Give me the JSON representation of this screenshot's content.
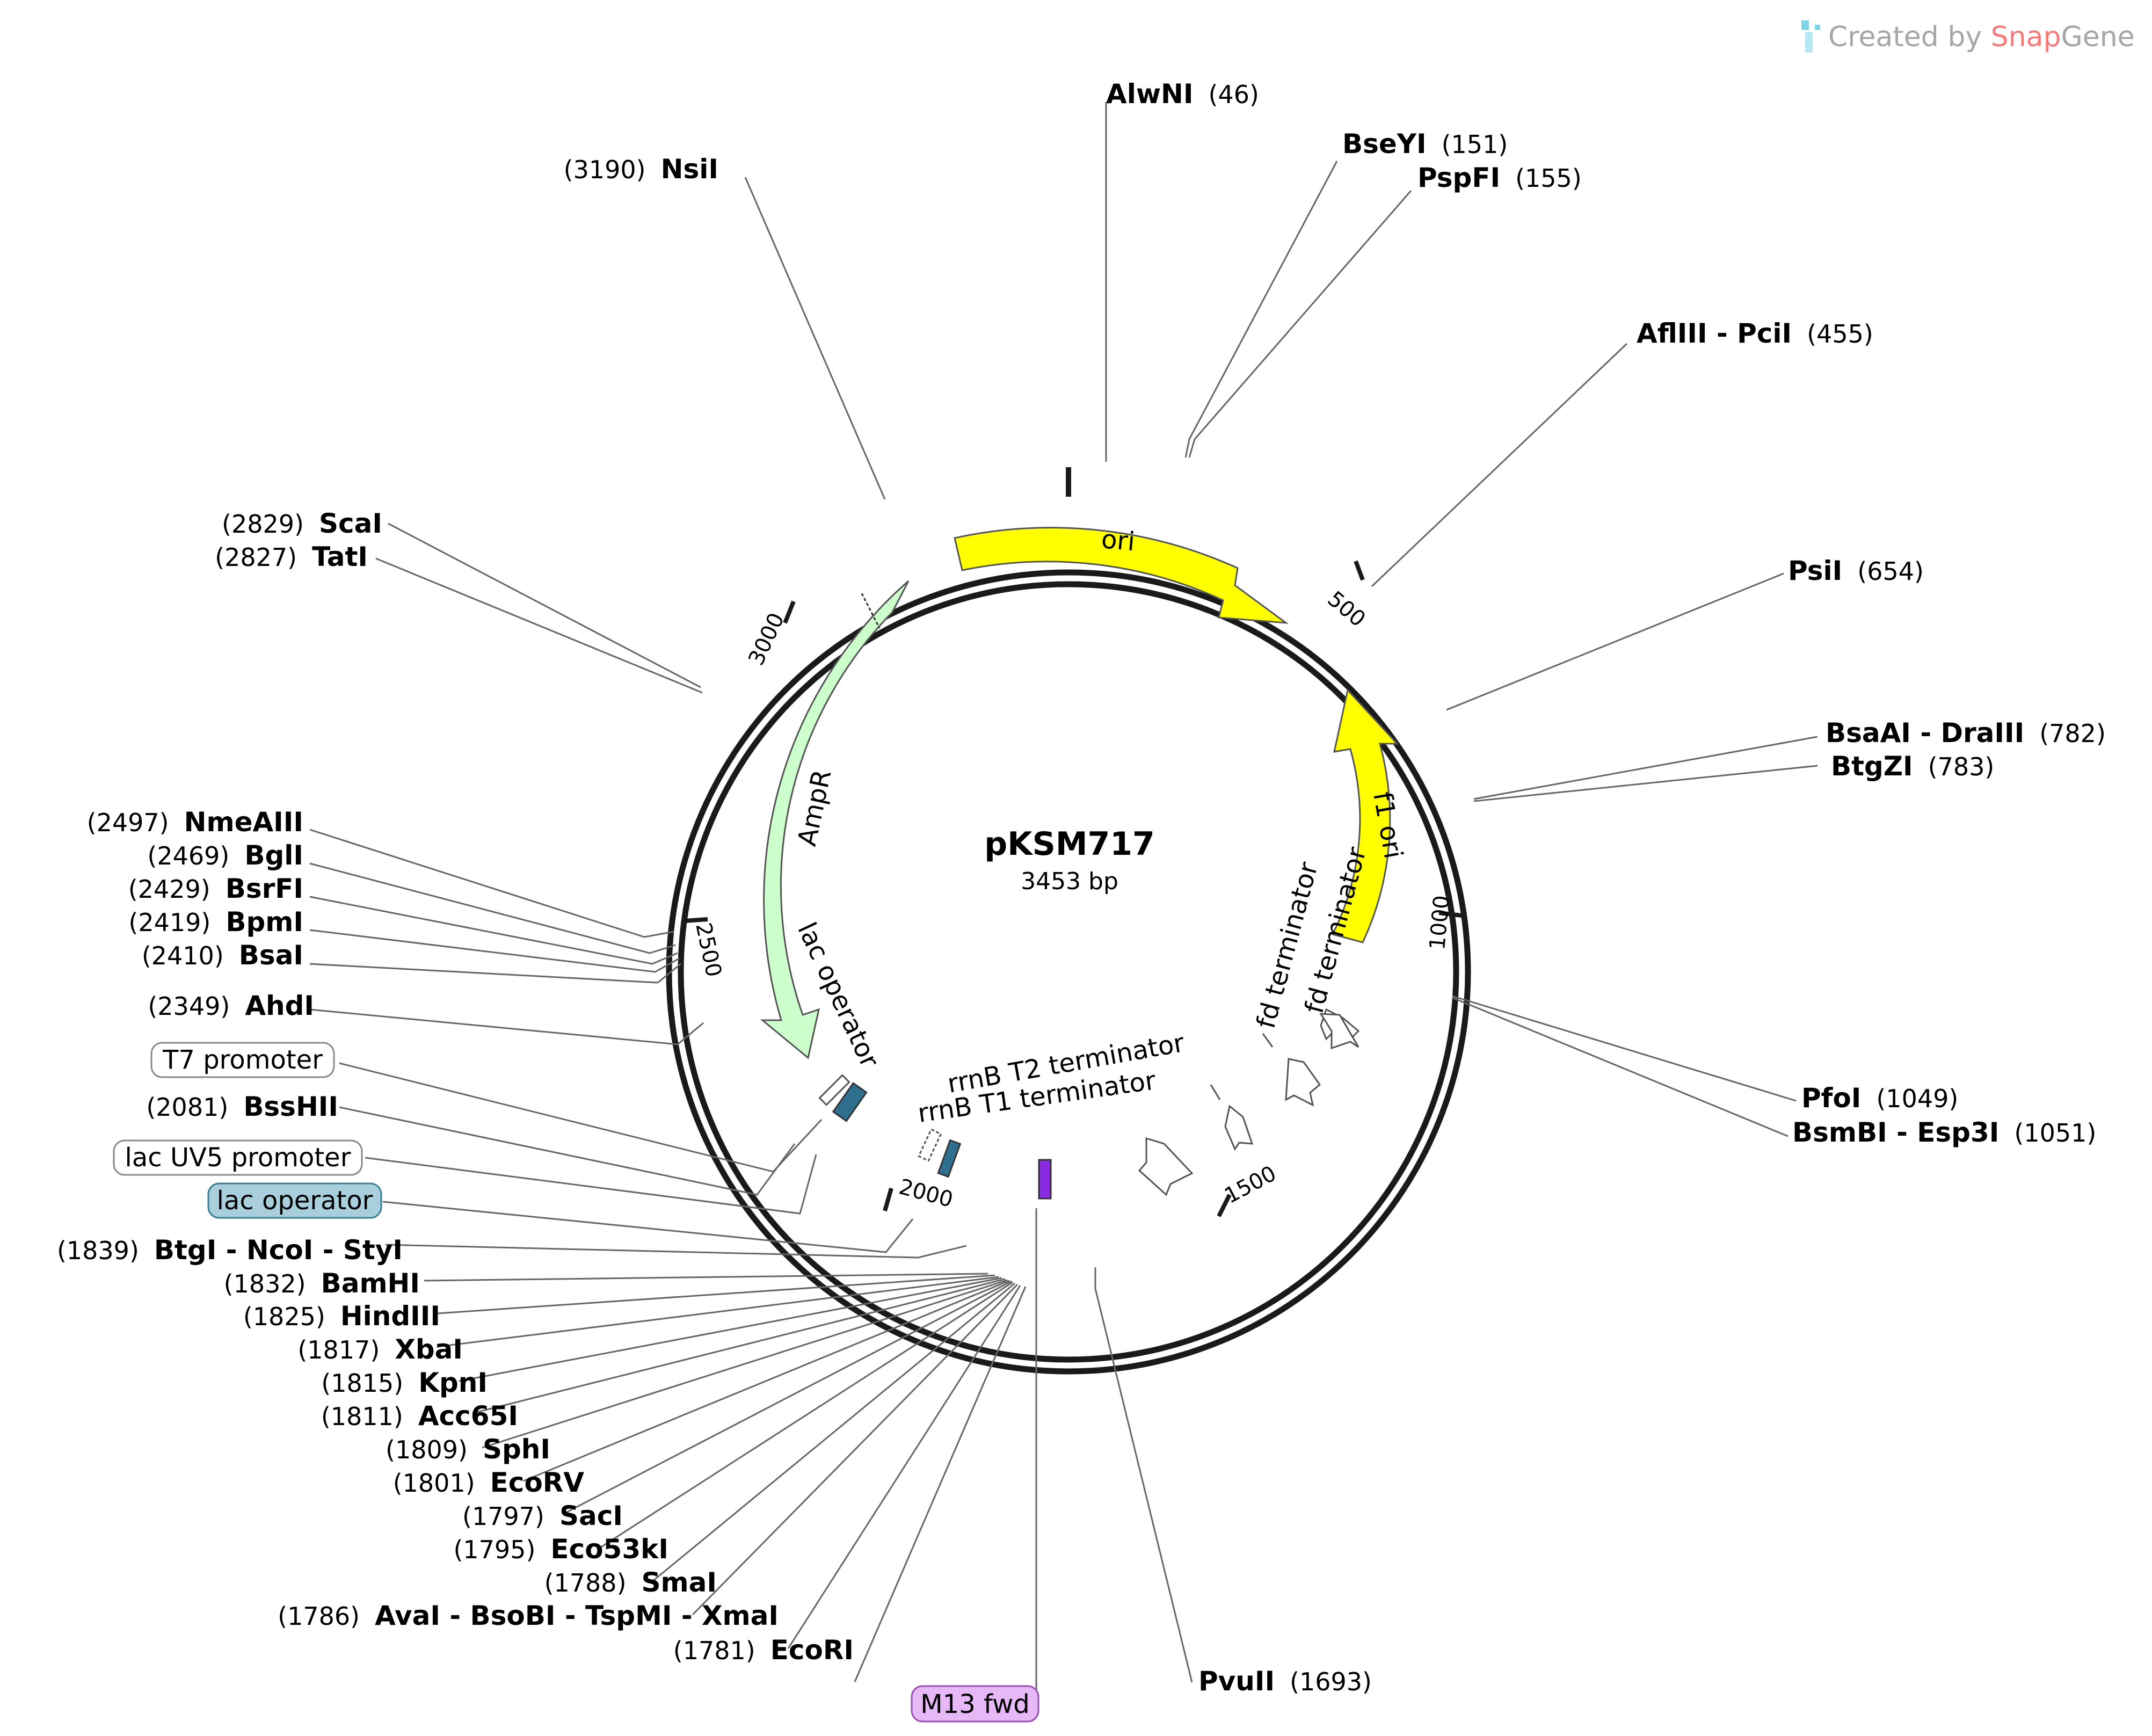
{
  "branding": {
    "prefix": "Created by ",
    "brand_snap": "Snap",
    "brand_gene": "Gene"
  },
  "plasmid": {
    "name": "pKSM717",
    "size_label": "3453 bp",
    "length": 3453
  },
  "ticks": [
    "500",
    "1000",
    "1500",
    "2000",
    "2500",
    "3000"
  ],
  "features": [
    {
      "name": "ori",
      "color": "#ffff00",
      "kind": "arc"
    },
    {
      "name": "f1 ori",
      "color": "#ffff00",
      "kind": "arc"
    },
    {
      "name": "AmpR",
      "color": "#ccffcc",
      "kind": "arc"
    },
    {
      "name": "fd terminator",
      "kind": "terminator"
    },
    {
      "name": "fd terminator",
      "kind": "terminator"
    },
    {
      "name": "lac operator",
      "color": "#2e6f8e",
      "kind": "box"
    },
    {
      "name": "rrnB T2 terminator",
      "kind": "terminator"
    },
    {
      "name": "rrnB T1 terminator",
      "kind": "terminator"
    }
  ],
  "sites_right": [
    {
      "name": "AlwNI",
      "pos": "(46)"
    },
    {
      "name": "BseYI",
      "pos": "(151)"
    },
    {
      "name": "PspFI",
      "pos": "(155)"
    },
    {
      "name": "AflIII - PciI",
      "pos": "(455)"
    },
    {
      "name": "PsiI",
      "pos": "(654)"
    },
    {
      "name": "BsaAI - DraIII",
      "pos": "(782)"
    },
    {
      "name": "BtgZI",
      "pos": "(783)"
    },
    {
      "name": "PfoI",
      "pos": "(1049)"
    },
    {
      "name": "BsmBI - Esp3I",
      "pos": "(1051)"
    },
    {
      "name": "PvuII",
      "pos": "(1693)"
    }
  ],
  "sites_left": [
    {
      "name": "NsiI",
      "pos": "(3190)"
    },
    {
      "name": "ScaI",
      "pos": "(2829)"
    },
    {
      "name": "TatI",
      "pos": "(2827)"
    },
    {
      "name": "NmeAIII",
      "pos": "(2497)"
    },
    {
      "name": "BglI",
      "pos": "(2469)"
    },
    {
      "name": "BsrFI",
      "pos": "(2429)"
    },
    {
      "name": "BpmI",
      "pos": "(2419)"
    },
    {
      "name": "BsaI",
      "pos": "(2410)"
    },
    {
      "name": "AhdI",
      "pos": "(2349)"
    },
    {
      "name": "BssHII",
      "pos": "(2081)"
    },
    {
      "name": "BtgI - NcoI - StyI",
      "pos": "(1839)"
    },
    {
      "name": "BamHI",
      "pos": "(1832)"
    },
    {
      "name": "HindIII",
      "pos": "(1825)"
    },
    {
      "name": "XbaI",
      "pos": "(1817)"
    },
    {
      "name": "KpnI",
      "pos": "(1815)"
    },
    {
      "name": "Acc65I",
      "pos": "(1811)"
    },
    {
      "name": "SphI",
      "pos": "(1809)"
    },
    {
      "name": "EcoRV",
      "pos": "(1801)"
    },
    {
      "name": "SacI",
      "pos": "(1797)"
    },
    {
      "name": "Eco53kI",
      "pos": "(1795)"
    },
    {
      "name": "SmaI",
      "pos": "(1788)"
    },
    {
      "name": "AvaI - BsoBI - TspMI - XmaI",
      "pos": "(1786)"
    },
    {
      "name": "EcoRI",
      "pos": "(1781)"
    }
  ],
  "boxed_labels": [
    {
      "text": "T7 promoter",
      "fill": "#ffffff",
      "stroke": "#8a8a8a"
    },
    {
      "text": "lac UV5 promoter",
      "fill": "#ffffff",
      "stroke": "#8a8a8a"
    },
    {
      "text": "lac operator",
      "fill": "#a9cfdc",
      "stroke": "#3c7d93"
    },
    {
      "text": "M13 fwd",
      "fill": "#e6b8f5",
      "stroke": "#9a4fb3"
    }
  ],
  "colors": {
    "backbone": "#1a1a1a",
    "snap": "#f47b7b",
    "gene": "#a6a6a6",
    "logo": "#7fd4e6",
    "primer": "#8a2be2"
  }
}
